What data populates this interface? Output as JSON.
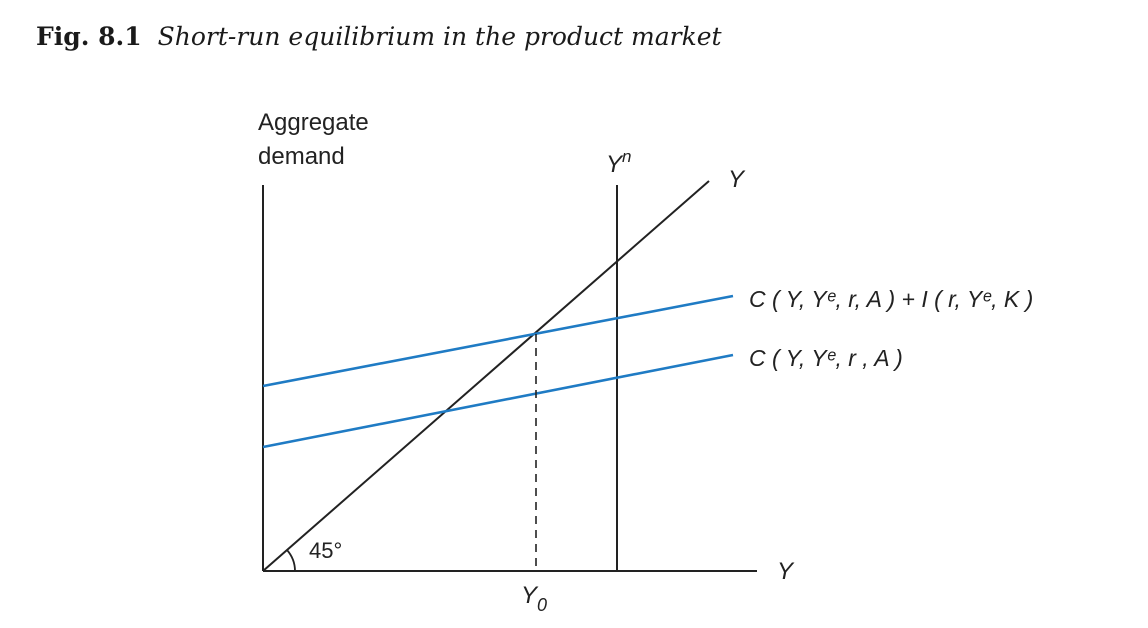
{
  "figure": {
    "number": "Fig. 8.1",
    "caption": "Short-run equilibrium in the product market"
  },
  "colors": {
    "axis": "#222222",
    "curve": "#1f7bc4",
    "text": "#222222"
  },
  "diagram": {
    "y_axis_label_line1": "Aggregate",
    "y_axis_label_line2": "demand",
    "x_axis_label": "Y",
    "line_45_label": "Y",
    "angle_label": "45°",
    "yn_label": {
      "base": "Y",
      "sup": "n"
    },
    "y0_label": {
      "base": "Y",
      "sub": "0"
    },
    "curve_upper_label": "C ( Y, Yᵉ, r, A ) + I ( r, Yᵉ, K )",
    "curve_lower_label": "C ( Y, Yᵉ, r , A )"
  }
}
